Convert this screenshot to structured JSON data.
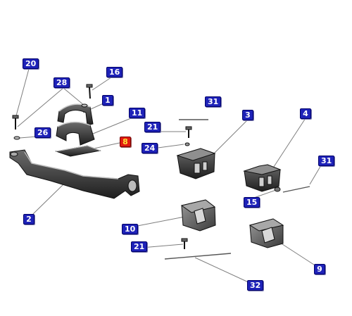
{
  "diagram": {
    "accent_color": "#1e22b8",
    "selected_color": "#e01a10",
    "selected_text_color": "#ffe23a",
    "callouts": [
      {
        "id": "c20",
        "label": "20"
      },
      {
        "id": "c16",
        "label": "16"
      },
      {
        "id": "c28",
        "label": "28"
      },
      {
        "id": "c1",
        "label": "1"
      },
      {
        "id": "c31a",
        "label": "31"
      },
      {
        "id": "c11",
        "label": "11"
      },
      {
        "id": "c3",
        "label": "3"
      },
      {
        "id": "c4",
        "label": "4"
      },
      {
        "id": "c21a",
        "label": "21"
      },
      {
        "id": "c26",
        "label": "26"
      },
      {
        "id": "c8",
        "label": "8",
        "selected": true
      },
      {
        "id": "c24",
        "label": "24"
      },
      {
        "id": "c31b",
        "label": "31"
      },
      {
        "id": "c15",
        "label": "15"
      },
      {
        "id": "c2",
        "label": "2"
      },
      {
        "id": "c10",
        "label": "10"
      },
      {
        "id": "c21b",
        "label": "21"
      },
      {
        "id": "c9",
        "label": "9"
      },
      {
        "id": "c32",
        "label": "32"
      }
    ]
  }
}
